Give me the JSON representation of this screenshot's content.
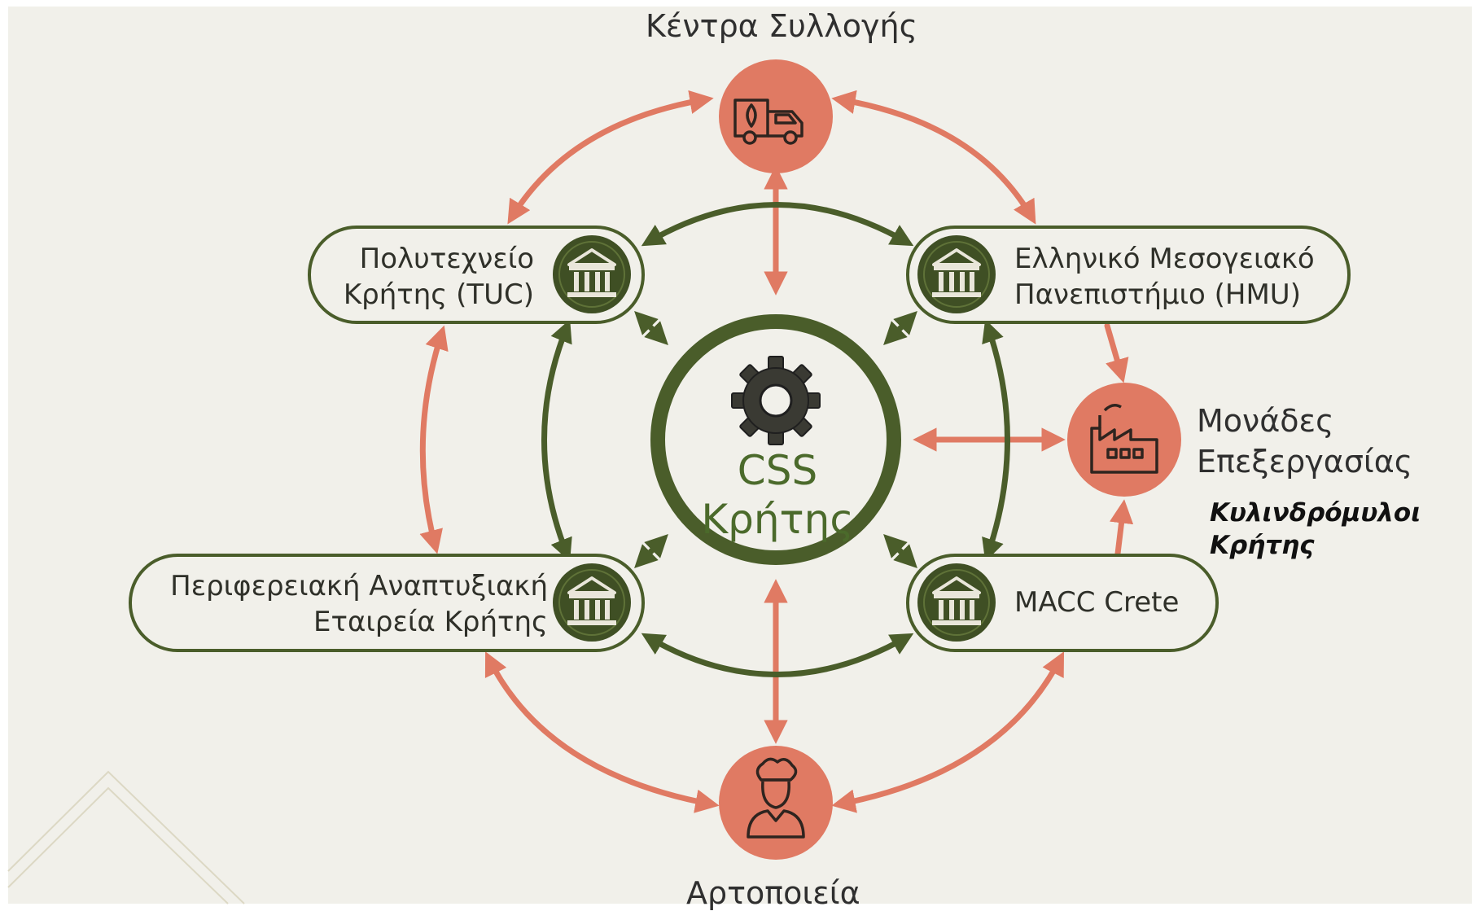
{
  "center": {
    "line1": "CSS",
    "line2": "Κρήτης"
  },
  "nodes": {
    "collection": {
      "label": "Κέντρα Συλλογής"
    },
    "bakery": {
      "label": "Αρτοποιεία"
    },
    "processing": {
      "line1": "Μονάδες",
      "line2": "Επεξεργασίας"
    },
    "mill": {
      "line1": "Κυλινδρόμυλοι",
      "line2": "Κρήτης"
    }
  },
  "partners": {
    "tuc": {
      "line1": "Πολυτεχνείο",
      "line2": "Κρήτης (TUC)"
    },
    "hmu": {
      "line1": "Ελληνικό Μεσογειακό",
      "line2": "Πανεπιστήμιο (HMU)"
    },
    "region": {
      "line1": "Περιφερειακή Αναπτυξιακή",
      "line2": "Εταιρεία Κρήτης"
    },
    "macc": {
      "line1": "MACC Crete"
    }
  },
  "icons": {
    "center": "gear-icon",
    "collection": "truck-icon",
    "bakery": "chef-icon",
    "processing": "factory-icon",
    "partners": "institution-icon"
  },
  "colors": {
    "green": "#4a5d2a",
    "dark_green": "#3f4f24",
    "coral": "#e07a63",
    "background": "#f1f0ea"
  }
}
